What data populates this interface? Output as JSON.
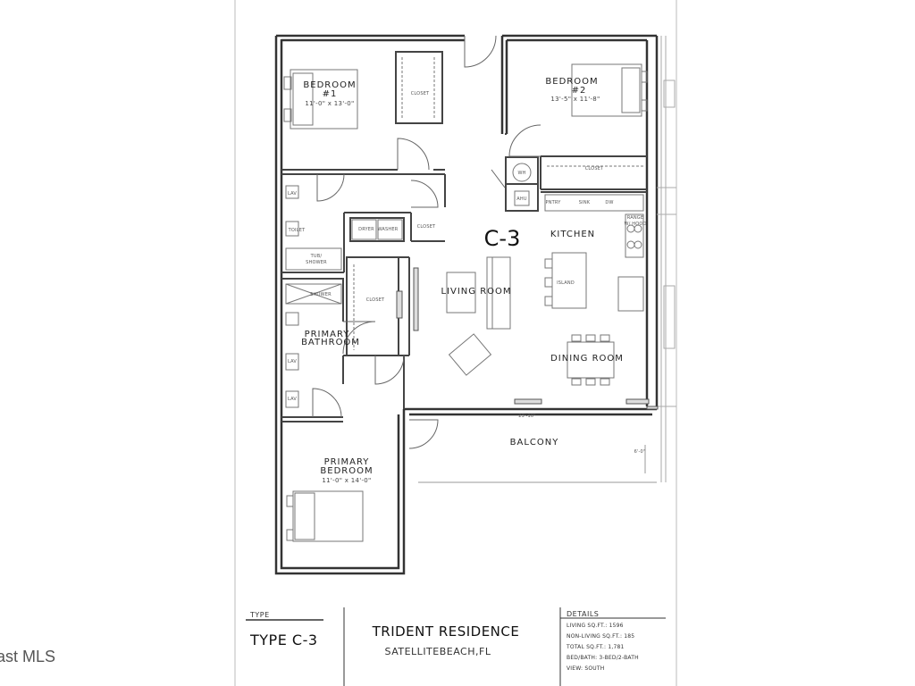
{
  "watermark": "ast MLS",
  "unit_label": "C-3",
  "rooms": {
    "bedroom1": {
      "name": "BEDROOM",
      "number": "#1",
      "dims": "11'-0\" x 13'-0\""
    },
    "bedroom2": {
      "name": "BEDROOM",
      "number": "#2",
      "dims": "13'-5\" x 11'-8\""
    },
    "primary_bedroom": {
      "name_line1": "PRIMARY",
      "name_line2": "BEDROOM",
      "dims": "11'-0\" x 14'-0\""
    },
    "primary_bathroom": {
      "name_line1": "PRIMARY",
      "name_line2": "BATHROOM"
    },
    "living_room": "LIVING ROOM",
    "kitchen": "KITCHEN",
    "dining_room": "DINING ROOM",
    "balcony": "BALCONY"
  },
  "fixtures": {
    "closet": "CLOSET",
    "lav": "LAV",
    "toilet": "TOILET",
    "tub_line1": "TUB/",
    "tub_line2": "SHOWER",
    "shower": "SHOWER",
    "dryer": "DRYER",
    "washer": "WASHER",
    "pantry": "PNTRY",
    "sink": "SINK",
    "dw": "DW",
    "range_line1": "RANGE",
    "range_line2": "W/ HOOD",
    "island": "ISLAND",
    "wh": "WH",
    "ahu": "AHU"
  },
  "dimensions": {
    "balcony_width": "23'-10\"",
    "balcony_depth": "6'-0\""
  },
  "title_block": {
    "type_header": "TYPE",
    "type_value": "TYPE C-3",
    "project_name": "TRIDENT RESIDENCE",
    "project_location": "SATELLITEBEACH,FL",
    "details_header": "DETAILS",
    "details": [
      "LIVING SQ.FT.: 1596",
      "NON-LIVING SQ.FT.: 185",
      "TOTAL SQ.FT.: 1,781",
      "BED/BATH: 3-BED/2-BATH",
      "VIEW: SOUTH"
    ]
  }
}
